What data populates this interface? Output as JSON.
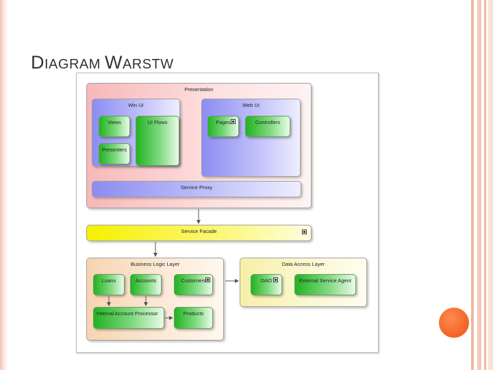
{
  "slide": {
    "title_cap1": "D",
    "title_rest1": "IAGRAM ",
    "title_cap2": "W",
    "title_rest2": "ARSTW"
  },
  "diagram": {
    "presentation": "Presentation",
    "win_ui": "Win UI",
    "views": "Views",
    "ui_flows": "UI Flows",
    "presenters": "Presenters",
    "web_ui": "Web UI",
    "pages": "Pages",
    "controllers": "Controllers",
    "service_proxy": "Service Proxy",
    "service_facade": "Service Facade",
    "business_logic_layer": "Business Logic Layer",
    "loans": "Loans",
    "accounts": "Accounts",
    "customers": "Customers",
    "internal_account_processor": "Internal Account Processor",
    "products": "Products",
    "data_access_layer": "Data Access Layer",
    "dao": "DAO",
    "external_service_agent": "External Service Agent"
  },
  "colors": {
    "accent_orange": "#f26322",
    "frame_peach": "#f0b79f"
  }
}
